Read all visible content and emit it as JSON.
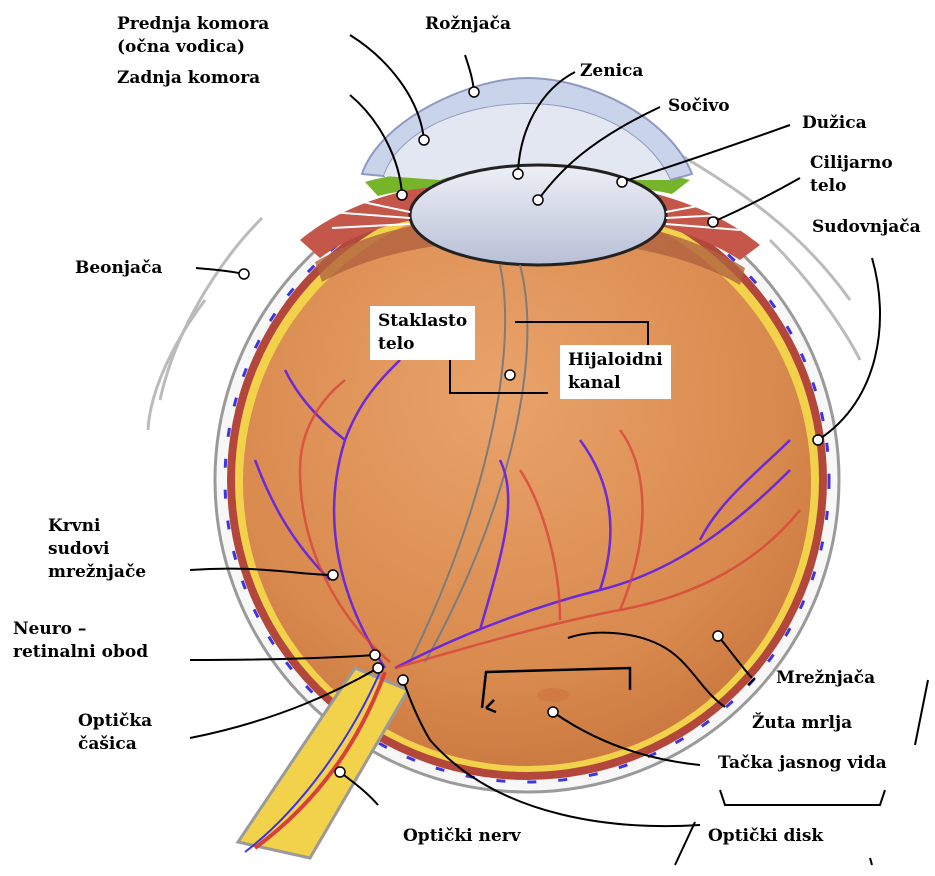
{
  "colors": {
    "vitreous": "#d98a4e",
    "sclera": "#f4f4f4",
    "choroid": "#a8403a",
    "retina": "#f2d24a",
    "iris": "#76b52a",
    "cornea": "#c9d3ea",
    "artery": "#d8403a",
    "vein": "#6a2ad8",
    "leader": "#000000"
  },
  "labels": {
    "anterior_chamber": "Prednja komora\n(očna vodica)",
    "posterior_chamber": "Zadnja komora",
    "cornea": "Rožnjača",
    "pupil": "Zenica",
    "lens": "Sočivo",
    "iris": "Dužica",
    "ciliary_body": "Cilijarno\ntelo",
    "choroid": "Sudovnjača",
    "sclera": "Beonjača",
    "vitreous_body": "Staklasto\ntelo",
    "hyaloid_canal": "Hijaloidni\nkanal",
    "retinal_vessels": "Krvni\nsudovi\nmrežnjače",
    "neuroretinal_rim": "Neuro –\nretinalni obod",
    "optic_cup": "Optička\nčašica",
    "optic_nerve": "Optički nerv",
    "retina": "Mrežnjača",
    "macula": "Žuta mrlja",
    "fovea": "Tačka jasnog vida",
    "optic_disc": "Optički disk"
  }
}
